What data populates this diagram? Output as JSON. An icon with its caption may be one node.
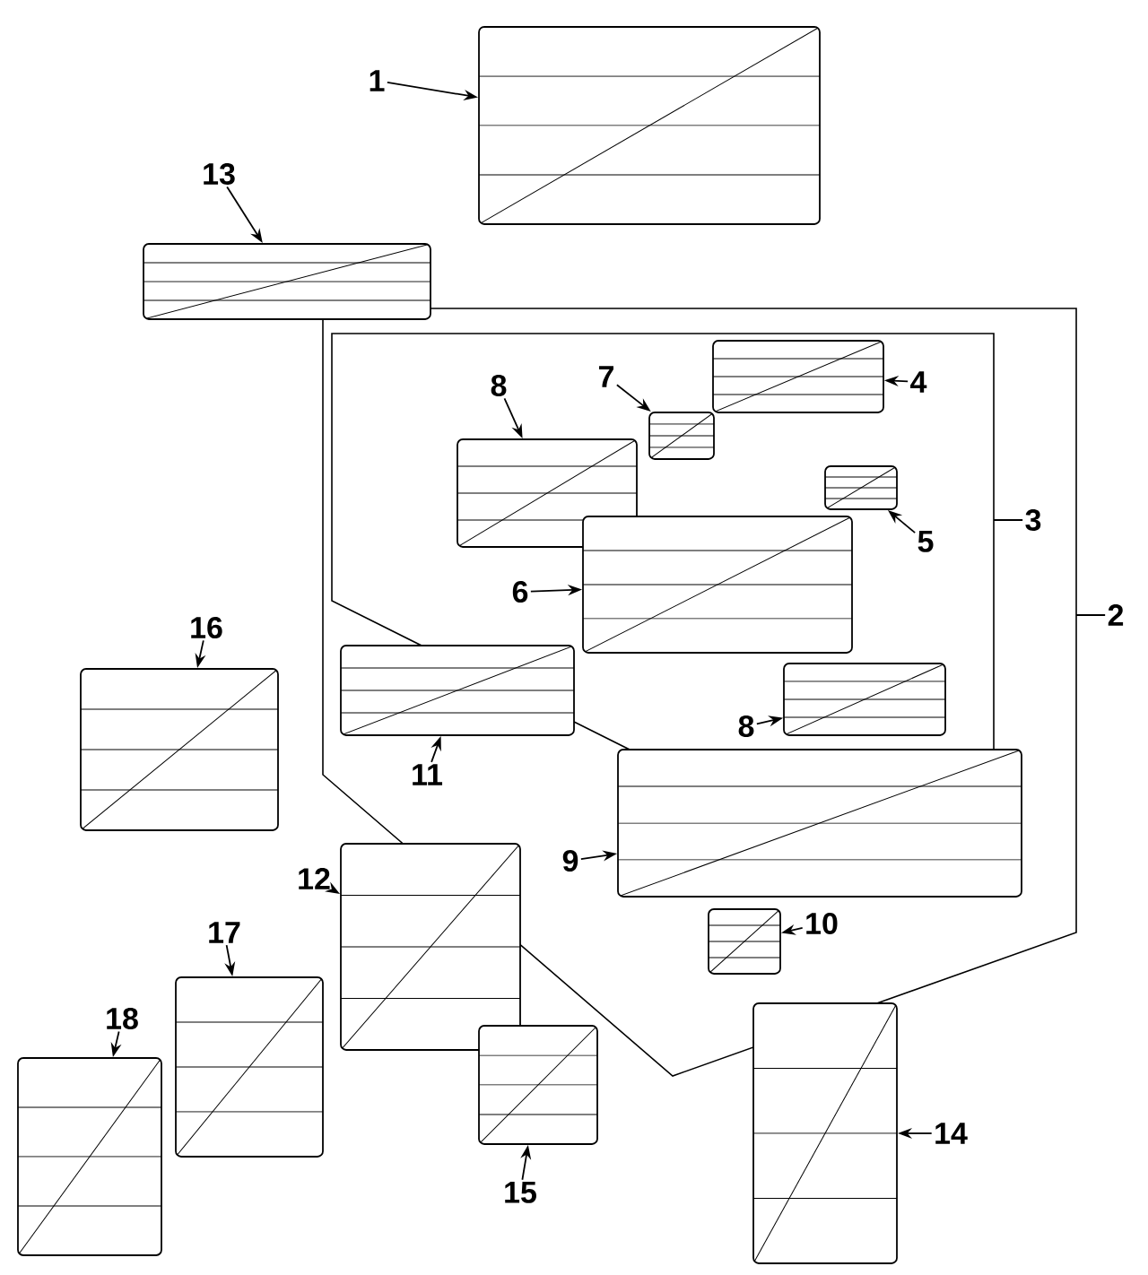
{
  "diagram": {
    "nodes": [
      {
        "text": [
          "1"
        ]
      },
      {
        "text": [],
        "shape": "picture"
      },
      {
        "text": [
          "13"
        ]
      },
      {
        "text": [],
        "shape": "picture"
      },
      {
        "text": [
          "8"
        ]
      },
      {
        "text": [],
        "shape": "picture"
      },
      {
        "text": [
          "7"
        ]
      },
      {
        "text": [],
        "shape": "picture"
      },
      {
        "text": [
          "4"
        ]
      },
      {
        "text": [],
        "shape": "picture"
      },
      {
        "text": [
          "3"
        ]
      },
      {
        "text": [
          "5"
        ]
      },
      {
        "text": [],
        "shape": "picture"
      },
      {
        "text": [
          "2"
        ]
      },
      {
        "text": [
          "6"
        ]
      },
      {
        "text": [],
        "shape": "picture"
      },
      {
        "text": [
          "16"
        ]
      },
      {
        "text": [],
        "shape": "picture"
      },
      {
        "text": [
          "11"
        ]
      },
      {
        "text": [],
        "shape": "picture"
      },
      {
        "text": [
          "8"
        ]
      },
      {
        "text": [],
        "shape": "picture"
      },
      {
        "text": [
          "9"
        ]
      },
      {
        "text": [],
        "shape": "picture"
      },
      {
        "text": [
          "10"
        ]
      },
      {
        "text": [],
        "shape": "picture"
      },
      {
        "text": [
          "12"
        ]
      },
      {
        "text": [],
        "shape": "picture"
      },
      {
        "text": [
          "17"
        ]
      },
      {
        "text": [],
        "shape": "picture"
      },
      {
        "text": [
          "18"
        ]
      },
      {
        "text": [],
        "shape": "picture"
      },
      {
        "text": [
          "15"
        ]
      },
      {
        "text": [],
        "shape": "picture"
      },
      {
        "text": [
          "14"
        ]
      },
      {
        "text": [],
        "shape": "picture"
      }
    ],
    "edges": [
      {
        "from": 0,
        "to": 1,
        "arrow": "to"
      },
      {
        "from": 2,
        "to": 3,
        "arrow": "to"
      },
      {
        "from": 4,
        "to": 5,
        "arrow": "to"
      },
      {
        "from": 6,
        "to": 7,
        "arrow": "to"
      },
      {
        "from": 8,
        "to": 9,
        "arrow": "to"
      },
      {
        "from": 10,
        "to": null,
        "arrow": "none"
      },
      {
        "from": 11,
        "to": 12,
        "arrow": "to"
      },
      {
        "from": 13,
        "to": null,
        "arrow": "none"
      },
      {
        "from": 14,
        "to": 15,
        "arrow": "to"
      },
      {
        "from": 16,
        "to": 17,
        "arrow": "to"
      },
      {
        "from": 18,
        "to": 19,
        "arrow": "to"
      },
      {
        "from": 20,
        "to": 21,
        "arrow": "to"
      },
      {
        "from": 22,
        "to": 23,
        "arrow": "to"
      },
      {
        "from": 24,
        "to": 25,
        "arrow": "to"
      },
      {
        "from": 26,
        "to": 27,
        "arrow": "to"
      },
      {
        "from": 28,
        "to": 29,
        "arrow": "to"
      },
      {
        "from": 30,
        "to": 31,
        "arrow": "to"
      },
      {
        "from": 32,
        "to": 33,
        "arrow": "to"
      },
      {
        "from": 34,
        "to": 35,
        "arrow": "to"
      }
    ]
  }
}
